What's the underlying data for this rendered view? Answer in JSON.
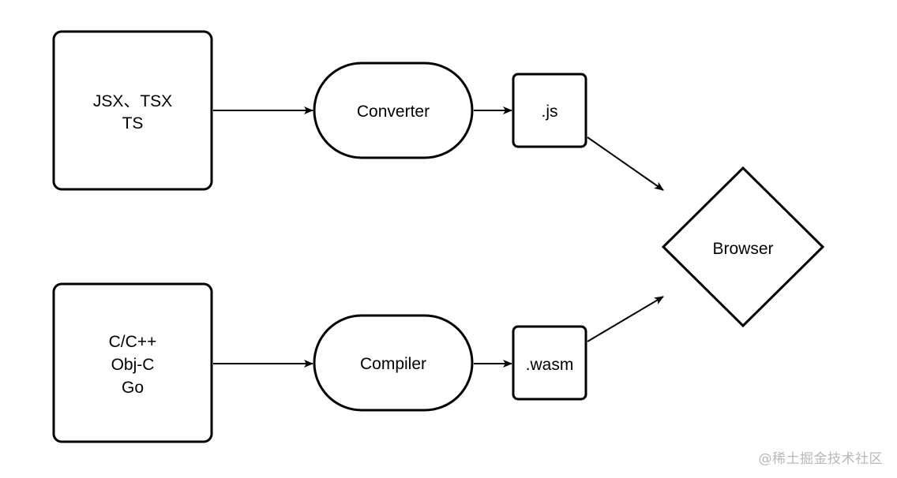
{
  "colors": {
    "stroke": "#000000",
    "background": "#ffffff",
    "watermark": "#b8b8b8"
  },
  "nodes": {
    "source_top": {
      "lines": [
        "JSX、TSX",
        "TS"
      ]
    },
    "converter": {
      "label": "Converter"
    },
    "js_output": {
      "label": ".js"
    },
    "browser": {
      "label": "Browser"
    },
    "source_bottom": {
      "lines": [
        "C/C++",
        "Obj-C",
        "Go"
      ]
    },
    "compiler": {
      "label": "Compiler"
    },
    "wasm_output": {
      "label": ".wasm"
    }
  },
  "edges": [
    {
      "from": "source_top",
      "to": "converter"
    },
    {
      "from": "converter",
      "to": "js_output"
    },
    {
      "from": "js_output",
      "to": "browser"
    },
    {
      "from": "source_bottom",
      "to": "compiler"
    },
    {
      "from": "compiler",
      "to": "wasm_output"
    },
    {
      "from": "wasm_output",
      "to": "browser"
    }
  ],
  "watermark": "@稀土掘金技术社区"
}
